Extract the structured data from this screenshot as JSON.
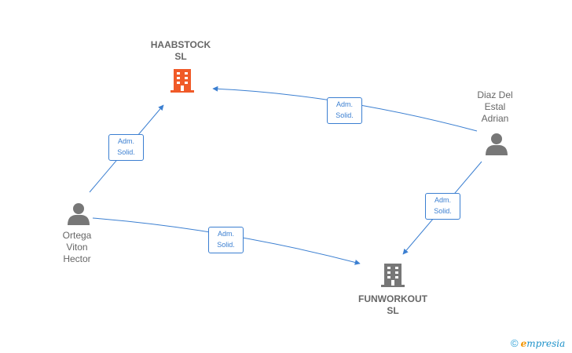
{
  "nodes": {
    "haabstock": {
      "line1": "HAABSTOCK",
      "line2": "SL",
      "type": "company",
      "color": "#f05a28"
    },
    "funworkout": {
      "line1": "FUNWORKOUT",
      "line2": "SL",
      "type": "company",
      "color": "#777777"
    },
    "diaz": {
      "line1": "Diaz Del",
      "line2": "Estal",
      "line3": "Adrian",
      "type": "person"
    },
    "ortega": {
      "line1": "Ortega",
      "line2": "Viton",
      "line3": "Hector",
      "type": "person"
    }
  },
  "edges": [
    {
      "from": "diaz",
      "to": "haabstock",
      "label_line1": "Adm.",
      "label_line2": "Solid."
    },
    {
      "from": "ortega",
      "to": "haabstock",
      "label_line1": "Adm.",
      "label_line2": "Solid."
    },
    {
      "from": "ortega",
      "to": "funworkout",
      "label_line1": "Adm.",
      "label_line2": "Solid."
    },
    {
      "from": "diaz",
      "to": "funworkout",
      "label_line1": "Adm.",
      "label_line2": "Solid."
    }
  ],
  "colors": {
    "edge": "#3b7fd1",
    "person_icon": "#777777",
    "label_text": "#666666"
  },
  "watermark": {
    "copyright": "©",
    "brand_initial": "e",
    "brand_rest": "mpresia"
  }
}
